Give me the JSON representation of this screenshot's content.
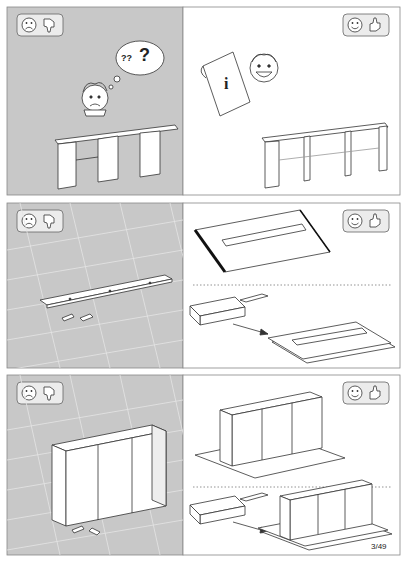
{
  "diagram": {
    "labels": [
      "??",
      "?",
      "i",
      "3/49"
    ]
  }
}
